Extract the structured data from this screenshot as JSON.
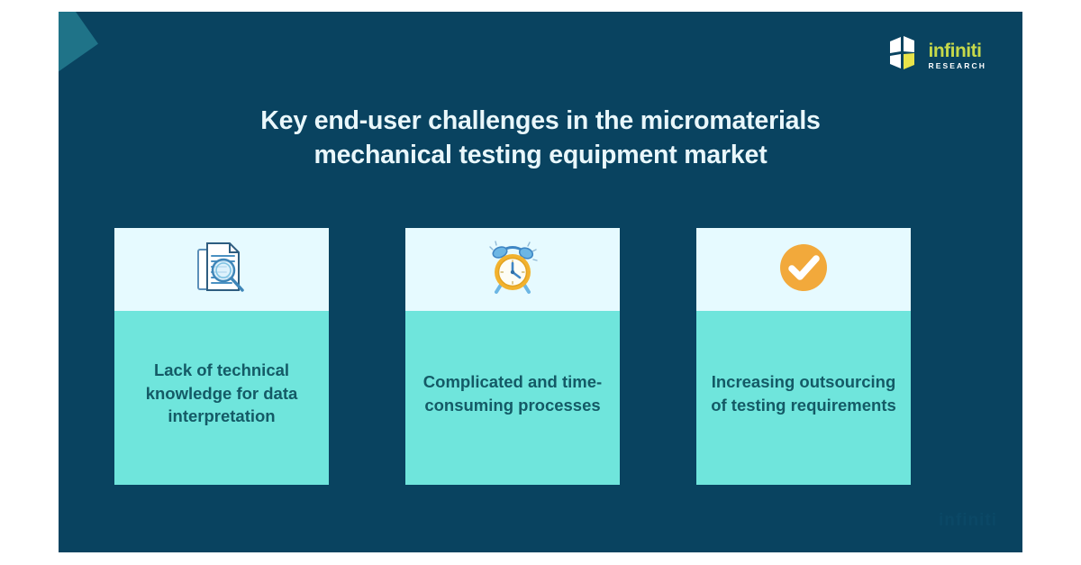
{
  "slide": {
    "background_color": "#094360",
    "title": "Key end-user challenges in the micromaterials mechanical testing equipment market",
    "watermark": "infiniti"
  },
  "logo": {
    "name": "infiniti",
    "subtitle": "RESEARCH",
    "name_color": "#c6d94a",
    "subtitle_color": "#ffffff",
    "mark_icon": "infiniti-logo-mark-icon"
  },
  "decoration": {
    "band_colors": [
      "#59c4bf",
      "#3f9ba3",
      "#1f7388"
    ]
  },
  "cards": [
    {
      "icon": "document-magnifier-icon",
      "label": "Lack of technical knowledge for data interpretation",
      "icon_bg": "#e6faff",
      "body_bg": "#6fe5dc",
      "text_color": "#145a66"
    },
    {
      "icon": "alarm-clock-icon",
      "label": "Complicated and time-consuming processes",
      "icon_bg": "#e6faff",
      "body_bg": "#6fe5dc",
      "text_color": "#145a66"
    },
    {
      "icon": "orange-check-circle-icon",
      "label": "Increasing outsourcing of testing requirements",
      "icon_bg": "#e6faff",
      "body_bg": "#6fe5dc",
      "text_color": "#145a66"
    }
  ]
}
